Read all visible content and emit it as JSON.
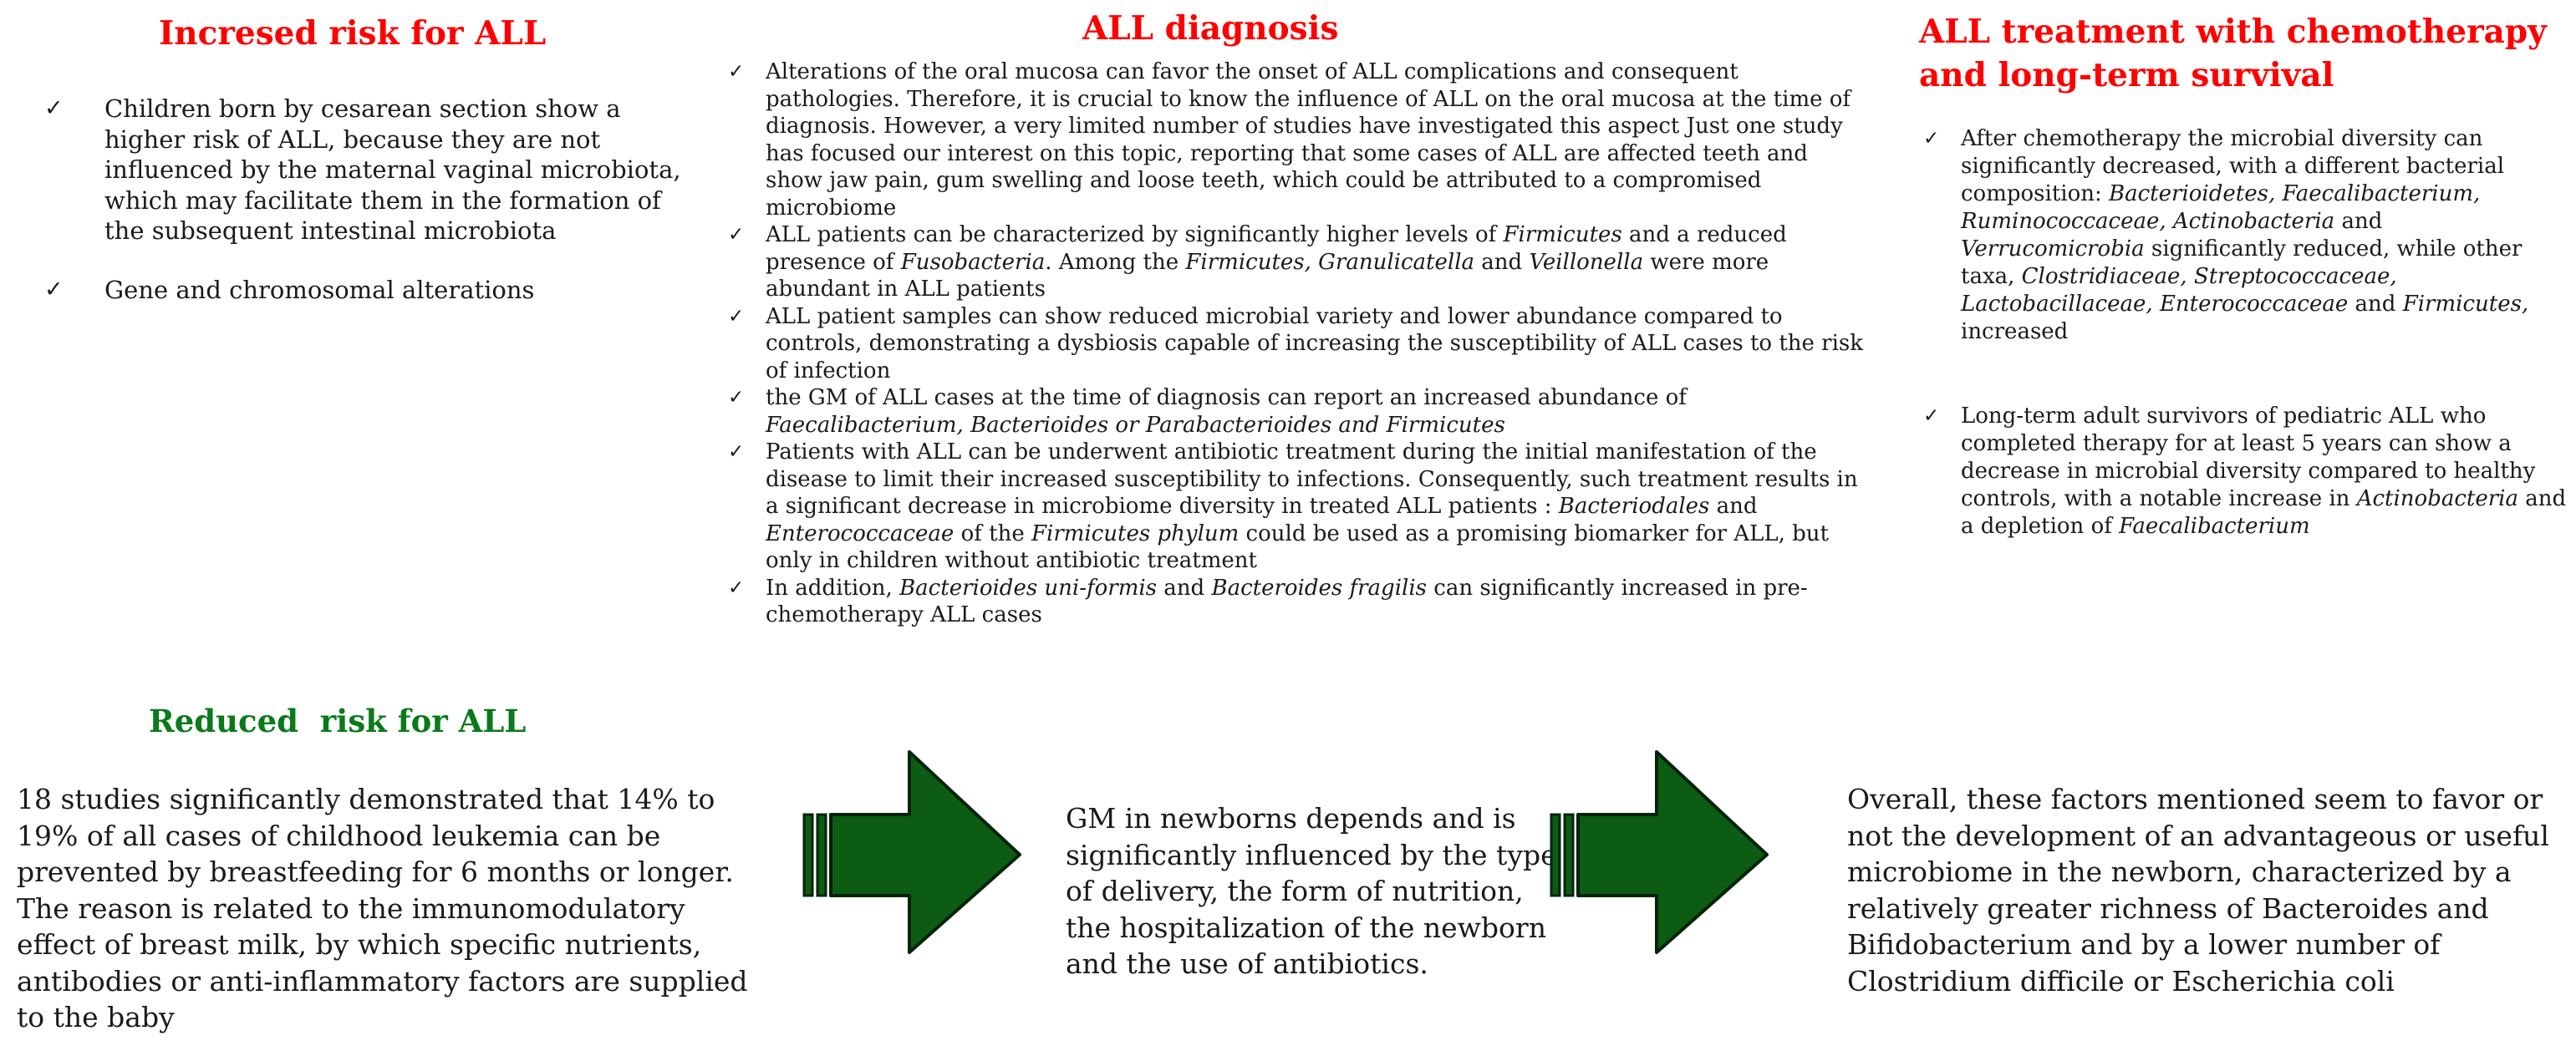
{
  "increased_risk": {
    "title": "Incresed risk for ALL",
    "items": [
      "Children born by cesarean section show a higher risk of ALL, because they are not influenced by the maternal vaginal microbiota, which may facilitate them in the formation of the subsequent intestinal microbiota",
      "Gene and chromosomal alterations"
    ]
  },
  "diagnosis": {
    "title": "ALL diagnosis",
    "items": [
      "Alterations of the oral mucosa can favor the onset of ALL complications and consequent pathologies. Therefore, it is crucial to know the influence of ALL on the oral mucosa at the time of diagnosis. However, a very limited number of studies have investigated this aspect Just one study has focused our interest on this topic, reporting that some cases of ALL are affected teeth and show jaw pain, gum swelling and loose teeth, which could be attributed to a compromised microbiome",
      "ALL patients can be characterized by significantly higher levels of <i>Firmicutes</i> and a reduced presence of <i>Fusobacteria</i>. Among the <i>Firmicutes, Granulicatella</i> and <i>Veillonella</i> were more abundant in ALL patients",
      "ALL patient samples can show reduced microbial variety and lower abundance compared to controls, demonstrating a dysbiosis capable of increasing the susceptibility of ALL cases to the risk of infection",
      "the GM of ALL cases at the time of diagnosis can report an increased abundance of <i>Faecalibacterium, Bacterioides or Parabacterioides and Firmicutes</i>",
      "Patients with ALL can be underwent antibiotic treatment during the initial manifestation of the disease to limit their increased susceptibility to infections. Consequently, such treatment results in a significant decrease in microbiome diversity in treated ALL patients : <i>Bacteriodales</i> and <i>Enterococcaceae</i> of the <i>Firmicutes phylum</i> could be used as a promising biomarker for ALL, but only in children without antibiotic treatment",
      "In addition, <i>Bacterioides uni-formis</i> and <i>Bacteroides fragilis</i> can significantly increased in pre-chemotherapy ALL cases"
    ]
  },
  "treatment": {
    "title": "ALL treatment with chemotherapy and long-term survival",
    "items": [
      "After chemotherapy the microbial diversity can significantly decreased, with a different bacterial composition: <i>Bacterioidetes, Faecalibacterium, Ruminococcaceae, Actinobacteria</i> and <i>Verrucomicrobia</i> significantly reduced, while other taxa, <i>Clostridiaceae, Streptococcaceae, Lactobacillaceae, Enterococcaceae</i> and <i>Firmicutes,</i> increased",
      "Long-term adult survivors of pediatric ALL who completed therapy for at least 5 years can show a decrease in microbial diversity compared to healthy controls, with a notable increase in <i>Actinobacteria</i> and a depletion of <i>Faecalibacterium</i>"
    ]
  },
  "reduced_risk": {
    "title": "Reduced  risk for ALL",
    "text": "18 studies significantly demonstrated that 14% to 19% of all cases of childhood leukemia can be prevented by breastfeeding for 6 months or longer. The reason is related to the immunomodulatory effect of breast milk, by which specific nutrients, antibodies or anti-inflammatory factors are supplied to the baby"
  },
  "newborn_gm": {
    "text": "GM in newborns depends and is significantly influenced by the type of delivery, the form of nutrition, the hospitalization of the newborn and the use of antibiotics."
  },
  "overall": {
    "text": "Overall, these factors mentioned seem to favor or not the development of an advantageous or useful microbiome in the newborn, characterized by a relatively greater richness of Bacteroides and Bifidobacterium and by a lower number of Clostridium difficile or Escherichia coli"
  },
  "colors": {
    "title_red": "#ff0000",
    "title_green": "#0a7a1a",
    "arrow_fill": "#0d5c14",
    "arrow_stroke": "#03240a"
  },
  "icons": {
    "check": "✓",
    "arrow": "block-arrow-right"
  }
}
